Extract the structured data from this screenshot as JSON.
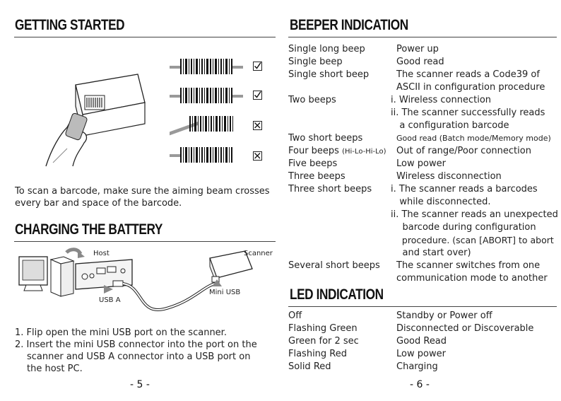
{
  "left": {
    "heading_getting_started": "GETTING STARTED",
    "scan_instruction_line1": "To scan a barcode, make sure the aiming beam crosses",
    "scan_instruction_line2": "every bar and space of the barcode.",
    "heading_charging": "CHARGING THE BATTERY",
    "diagram_labels": {
      "host": "Host",
      "scanner": "Scanner",
      "usb_a": "USB A",
      "mini_usb": "Mini USB"
    },
    "steps": [
      {
        "line1": "1. Flip open the mini USB port on the scanner."
      },
      {
        "line1": "2. Insert the mini USB connector into the port on the",
        "line2": "scanner and USB A connector into a USB port on",
        "line3": "the host PC."
      }
    ],
    "page_number": "- 5 -"
  },
  "right": {
    "heading_beeper": "BEEPER INDICATION",
    "beeper_rows": [
      {
        "k": "Single long beep",
        "v": "Power up"
      },
      {
        "k": "Single beep",
        "v": "Good read"
      },
      {
        "k": "Single short beep",
        "v": "The scanner reads a Code39 of"
      },
      {
        "k": "",
        "v": "ASCII in configuration procedure"
      },
      {
        "k": "Two beeps",
        "v": "i. Wireless connection"
      },
      {
        "k": "",
        "v": "ii. The scanner successfully reads"
      },
      {
        "k": "",
        "v": "   a configuration barcode"
      },
      {
        "k": "Two short beeps",
        "v": "Good read (Batch mode/Memory mode)"
      },
      {
        "k": "Four beeps",
        "k_small": "(Hi-Lo-Hi-Lo)",
        "v": "Out of range/Poor connection"
      },
      {
        "k": "Five beeps",
        "v": "Low power"
      },
      {
        "k": "Three beeps",
        "v": "Wireless disconnection"
      },
      {
        "k": "Three short beeps",
        "v": "i. The scanner reads a barcodes"
      },
      {
        "k": "",
        "v": "   while disconnected."
      },
      {
        "k": "",
        "v": "ii. The scanner reads an unexpected"
      },
      {
        "k": "",
        "v": "    barcode during configuration"
      },
      {
        "k": "",
        "v": "    procedure. (scan [ABORT] to abort"
      },
      {
        "k": "",
        "v": "    and start over)"
      },
      {
        "k": "Several short beeps",
        "v": "The scanner switches from one"
      },
      {
        "k": "",
        "v": "communication mode to another"
      }
    ],
    "heading_led": "LED INDICATION",
    "led_rows": [
      {
        "k": "Off",
        "v": "Standby or Power off"
      },
      {
        "k": "Flashing Green",
        "v": "Disconnected or Discoverable"
      },
      {
        "k": "Green for 2 sec",
        "v": "Good Read"
      },
      {
        "k": "Flashing Red",
        "v": "Low power"
      },
      {
        "k": "Solid Red",
        "v": "Charging"
      }
    ],
    "page_number": "- 6 -"
  }
}
